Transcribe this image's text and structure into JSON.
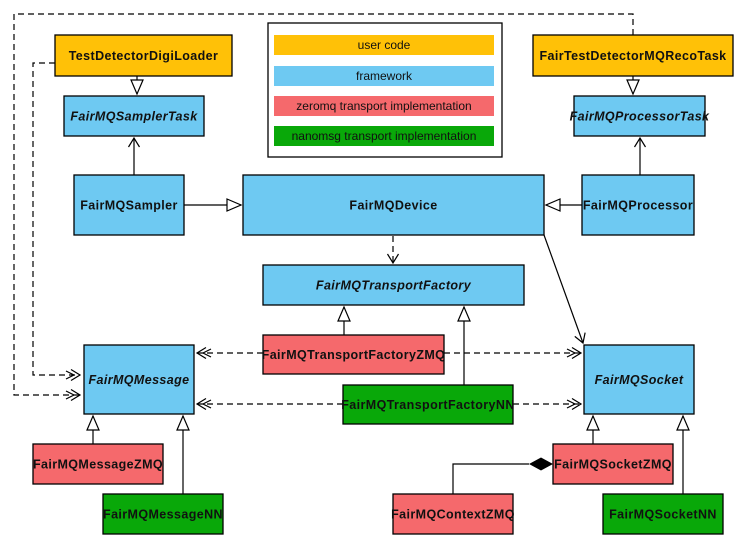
{
  "colors": {
    "user_code": "#FFC107",
    "framework": "#6EC9F2",
    "zeromq": "#F5696C",
    "nanomsg": "#09A809",
    "border": "#000000",
    "background": "#FFFFFF"
  },
  "legend": {
    "items": [
      {
        "label": "user code",
        "color": "#FFC107"
      },
      {
        "label": "framework",
        "color": "#6EC9F2"
      },
      {
        "label": "zeromq transport implementation",
        "color": "#F5696C"
      },
      {
        "label": "nanomsg transport implementation",
        "color": "#09A809"
      }
    ]
  },
  "nodes": {
    "TestDetectorDigiLoader": {
      "label": "TestDetectorDigiLoader",
      "category": "user_code",
      "abstract": false
    },
    "FairTestDetectorMQRecoTask": {
      "label": "FairTestDetectorMQRecoTask",
      "category": "user_code",
      "abstract": false
    },
    "FairMQSamplerTask": {
      "label": "FairMQSamplerTask",
      "category": "framework",
      "abstract": true
    },
    "FairMQProcessorTask": {
      "label": "FairMQProcessorTask",
      "category": "framework",
      "abstract": true
    },
    "FairMQSampler": {
      "label": "FairMQSampler",
      "category": "framework",
      "abstract": false
    },
    "FairMQDevice": {
      "label": "FairMQDevice",
      "category": "framework",
      "abstract": false
    },
    "FairMQProcessor": {
      "label": "FairMQProcessor",
      "category": "framework",
      "abstract": false
    },
    "FairMQTransportFactory": {
      "label": "FairMQTransportFactory",
      "category": "framework",
      "abstract": true
    },
    "FairMQTransportFactoryZMQ": {
      "label": "FairMQTransportFactoryZMQ",
      "category": "zeromq",
      "abstract": false
    },
    "FairMQTransportFactoryNN": {
      "label": "FairMQTransportFactoryNN",
      "category": "nanomsg",
      "abstract": false
    },
    "FairMQMessage": {
      "label": "FairMQMessage",
      "category": "framework",
      "abstract": true
    },
    "FairMQSocket": {
      "label": "FairMQSocket",
      "category": "framework",
      "abstract": true
    },
    "FairMQMessageZMQ": {
      "label": "FairMQMessageZMQ",
      "category": "zeromq",
      "abstract": false
    },
    "FairMQMessageNN": {
      "label": "FairMQMessageNN",
      "category": "nanomsg",
      "abstract": false
    },
    "FairMQContextZMQ": {
      "label": "FairMQContextZMQ",
      "category": "zeromq",
      "abstract": false
    },
    "FairMQSocketZMQ": {
      "label": "FairMQSocketZMQ",
      "category": "zeromq",
      "abstract": false
    },
    "FairMQSocketNN": {
      "label": "FairMQSocketNN",
      "category": "nanomsg",
      "abstract": false
    }
  },
  "edges": [
    {
      "from": "TestDetectorDigiLoader",
      "to": "FairMQSamplerTask",
      "type": "inheritance-hollow-triangle"
    },
    {
      "from": "FairMQSampler",
      "to": "FairMQSamplerTask",
      "type": "inheritance-open-arrow"
    },
    {
      "from": "FairTestDetectorMQRecoTask",
      "to": "FairMQProcessorTask",
      "type": "inheritance-hollow-triangle"
    },
    {
      "from": "FairMQProcessor",
      "to": "FairMQProcessorTask",
      "type": "inheritance-open-arrow"
    },
    {
      "from": "FairMQSampler",
      "to": "FairMQDevice",
      "type": "inheritance-hollow-triangle"
    },
    {
      "from": "FairMQProcessor",
      "to": "FairMQDevice",
      "type": "inheritance-hollow-triangle"
    },
    {
      "from": "FairMQDevice",
      "to": "FairMQTransportFactory",
      "type": "dependency-dashed"
    },
    {
      "from": "FairMQDevice",
      "to": "FairMQSocket",
      "type": "association-open-arrow"
    },
    {
      "from": "FairMQTransportFactoryZMQ",
      "to": "FairMQTransportFactory",
      "type": "inheritance-hollow-triangle"
    },
    {
      "from": "FairMQTransportFactoryNN",
      "to": "FairMQTransportFactory",
      "type": "inheritance-hollow-triangle"
    },
    {
      "from": "FairMQTransportFactoryZMQ",
      "to": "FairMQMessage",
      "type": "dependency-dashed"
    },
    {
      "from": "FairMQTransportFactoryZMQ",
      "to": "FairMQSocket",
      "type": "dependency-dashed"
    },
    {
      "from": "FairMQTransportFactoryNN",
      "to": "FairMQMessage",
      "type": "dependency-dashed"
    },
    {
      "from": "FairMQTransportFactoryNN",
      "to": "FairMQSocket",
      "type": "dependency-dashed"
    },
    {
      "from": "TestDetectorDigiLoader",
      "to": "FairMQMessage",
      "type": "dependency-dashed"
    },
    {
      "from": "FairTestDetectorMQRecoTask",
      "to": "FairMQMessage",
      "type": "dependency-dashed"
    },
    {
      "from": "FairMQMessageZMQ",
      "to": "FairMQMessage",
      "type": "inheritance-hollow-triangle"
    },
    {
      "from": "FairMQMessageNN",
      "to": "FairMQMessage",
      "type": "inheritance-hollow-triangle"
    },
    {
      "from": "FairMQSocketZMQ",
      "to": "FairMQSocket",
      "type": "inheritance-hollow-triangle"
    },
    {
      "from": "FairMQSocketNN",
      "to": "FairMQSocket",
      "type": "inheritance-hollow-triangle"
    },
    {
      "from": "FairMQSocketZMQ",
      "to": "FairMQContextZMQ",
      "type": "composition-filled-diamond"
    }
  ]
}
